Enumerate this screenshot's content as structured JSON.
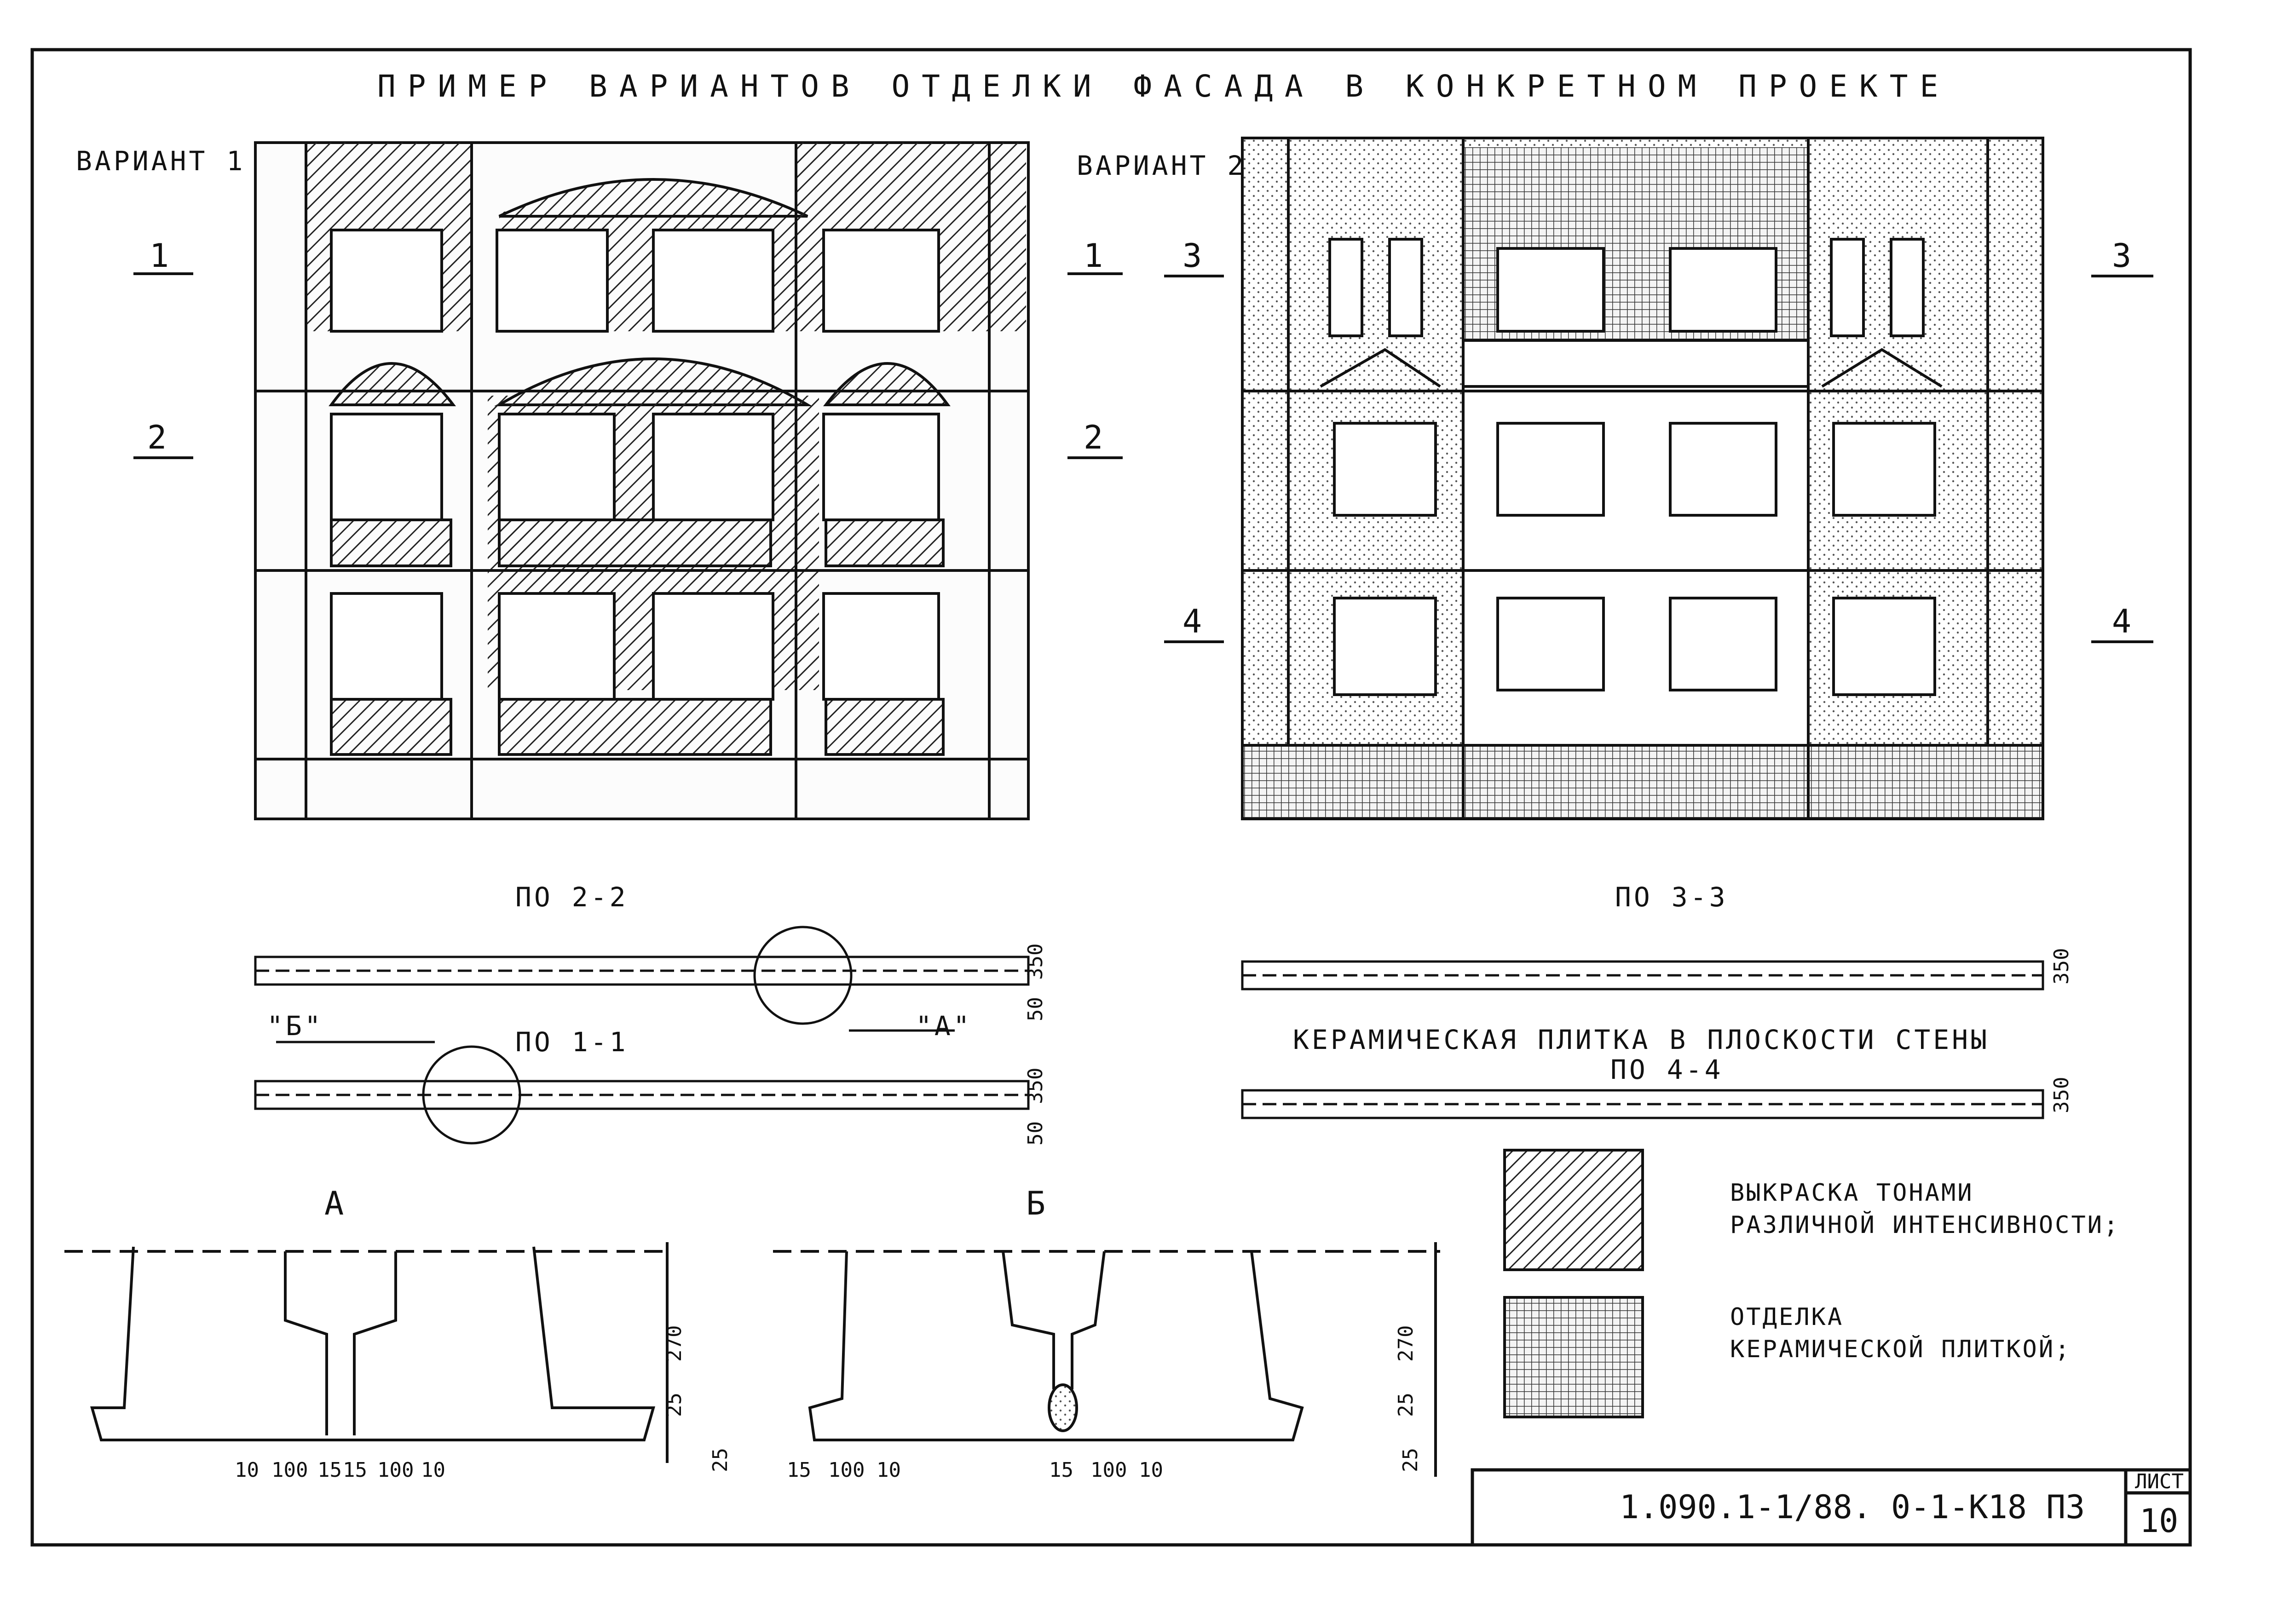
{
  "title": "ПРИМЕР ВАРИАНТОВ ОТДЕЛКИ ФАСАДА В КОНКРЕТНОМ ПРОЕКТЕ",
  "variants": [
    {
      "label": "ВАРИАНТ 1",
      "cuts": [
        "1",
        "2"
      ]
    },
    {
      "label": "ВАРИАНТ 2",
      "cuts": [
        "3",
        "4"
      ]
    }
  ],
  "sections": {
    "s22": "ПО 2-2",
    "s11": "ПО 1-1",
    "s33": "ПО 3-3",
    "s44": "ПО 4-4",
    "callout_a": "\"А\"",
    "callout_b": "\"Б\"",
    "tile_note": "КЕРАМИЧЕСКАЯ ПЛИТКА В ПЛОСКОСТИ СТЕНЫ",
    "dim_350": "350",
    "dim_50": "50"
  },
  "details": {
    "a_title": "А",
    "b_title": "Б",
    "dims_a": [
      "10",
      "100",
      "15",
      "15",
      "100",
      "10"
    ],
    "dims_b1": [
      "15",
      "100",
      "10"
    ],
    "dims_b2": [
      "15",
      "100",
      "10"
    ],
    "v270": "270",
    "v25": "25"
  },
  "legend": [
    {
      "line1": "ВЫКРАСКА ТОНАМИ",
      "line2": "РАЗЛИЧНОЙ ИНТЕНСИВНОСТИ;"
    },
    {
      "line1": "ОТДЕЛКА",
      "line2": "КЕРАМИЧЕСКОЙ ПЛИТКОЙ;"
    }
  ],
  "stamp": {
    "code": "1.090.1-1/88. 0-1-К18 ПЗ",
    "sheet_label": "ЛИСТ",
    "sheet_no": "10"
  }
}
